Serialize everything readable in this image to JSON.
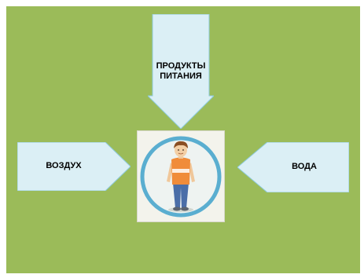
{
  "diagram": {
    "top_arrow": {
      "label": "ПРОДУКТЫ\nПИТАНИЯ"
    },
    "left_arrow": {
      "label": "ВОЗДУХ"
    },
    "right_arrow": {
      "label": "ВОДА"
    },
    "center": {
      "image": "boy-in-circle-illustration"
    }
  },
  "colors": {
    "background": "#9bbb59",
    "arrow_fill": "#dbeff5",
    "arrow_stroke": "#8ecbdc",
    "circle_ring": "#5aaed0"
  }
}
